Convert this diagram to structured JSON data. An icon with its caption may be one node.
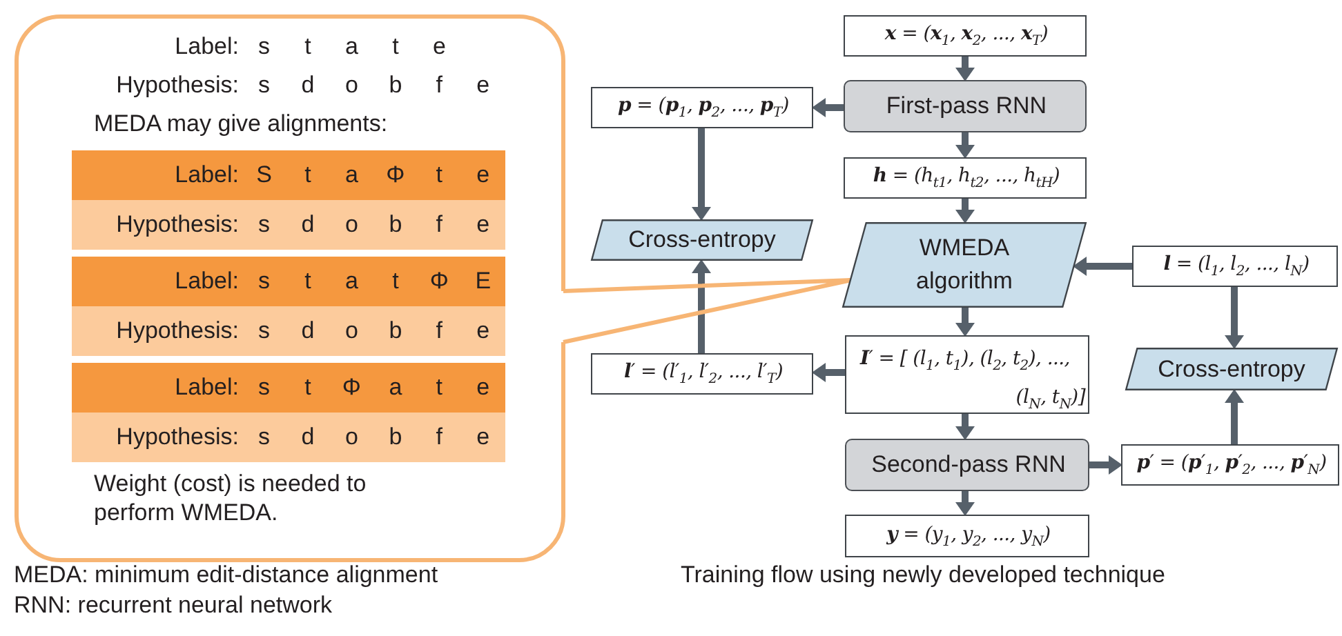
{
  "diagram": {
    "nodes": [
      {
        "text": [
          "Label: s t a t e",
          "Hypothesis: s d o b f e",
          "MEDA may give alignments:",
          "Weight (cost) is needed to perform WMEDA."
        ]
      },
      {
        "text": [
          "Label: S t a Φ t e"
        ],
        "in": 0
      },
      {
        "text": [
          "Hypothesis: s d o b f e"
        ],
        "in": 0
      },
      {
        "text": [
          "Label: s t a t Φ E"
        ],
        "in": 0
      },
      {
        "text": [
          "Hypothesis: s d o b f e"
        ],
        "in": 0
      },
      {
        "text": [
          "Label: s t Φ a t e"
        ],
        "in": 0
      },
      {
        "text": [
          "Hypothesis: s d o b f e"
        ],
        "in": 0
      },
      {
        "text": [
          "**x** = (**x**$_{1}$, **x**$_{2}$, ..., **x**$_{T}$)"
        ]
      },
      {
        "text": [
          "First-pass RNN"
        ]
      },
      {
        "text": [
          "**p** = (**p**$_{1}$, **p**$_{2}$, ..., **p**$_{T}$)"
        ]
      },
      {
        "text": [
          "**h** = (h$_{t1}$, h$_{t2}$, ..., h$_{tH}$)"
        ]
      },
      {
        "text": [
          "Cross-entropy"
        ]
      },
      {
        "text": [
          "WMEDA algorithm"
        ]
      },
      {
        "text": [
          "**l** = (l$_{1}$, l$_{2}$, ..., l$_{N}$)"
        ]
      },
      {
        "text": [
          "**l**′ = (l′$_{1}$, l′$_{2}$, ..., l′$_{T}$)"
        ]
      },
      {
        "text": [
          "**I**′ = [ (l$_{1}$, t$_{1}$), (l$_{2}$, t$_{2}$), ..., (l$_{N}$, t$_{N}$)]"
        ]
      },
      {
        "text": [
          "Cross-entropy"
        ]
      },
      {
        "text": [
          "Second-pass RNN"
        ]
      },
      {
        "text": [
          "**p**′ = (**p**′$_{1}$, **p**′$_{2}$, ..., **p**′$_{N}$)"
        ]
      },
      {
        "text": [
          "**y** = (y$_{1}$, y$_{2}$, ..., y$_{N}$)"
        ]
      }
    ],
    "edges": [
      {
        "from": 7,
        "to": 8,
        "arrow": "to"
      },
      {
        "from": 8,
        "to": 9,
        "arrow": "to"
      },
      {
        "from": 8,
        "to": 10,
        "arrow": "to"
      },
      {
        "from": 9,
        "to": 11,
        "arrow": "to"
      },
      {
        "from": 10,
        "to": 12,
        "arrow": "to"
      },
      {
        "from": 13,
        "to": 12,
        "arrow": "to"
      },
      {
        "from": 12,
        "to": 15,
        "arrow": "to"
      },
      {
        "from": 15,
        "to": 14,
        "arrow": "to"
      },
      {
        "from": 14,
        "to": 11,
        "arrow": "to"
      },
      {
        "from": 13,
        "to": 16,
        "arrow": "to"
      },
      {
        "from": 15,
        "to": 17,
        "arrow": "to"
      },
      {
        "from": 17,
        "to": 18,
        "arrow": "to"
      },
      {
        "from": 18,
        "to": 16,
        "arrow": "to"
      },
      {
        "from": 17,
        "to": 19,
        "arrow": "to"
      },
      {
        "from": 0,
        "to": 12,
        "arrow": "none",
        "color": "#f7b574"
      }
    ],
    "labels": [
      "MEDA: minimum edit-distance alignment",
      "RNN: recurrent neural network",
      "Training flow using newly developed technique"
    ]
  }
}
